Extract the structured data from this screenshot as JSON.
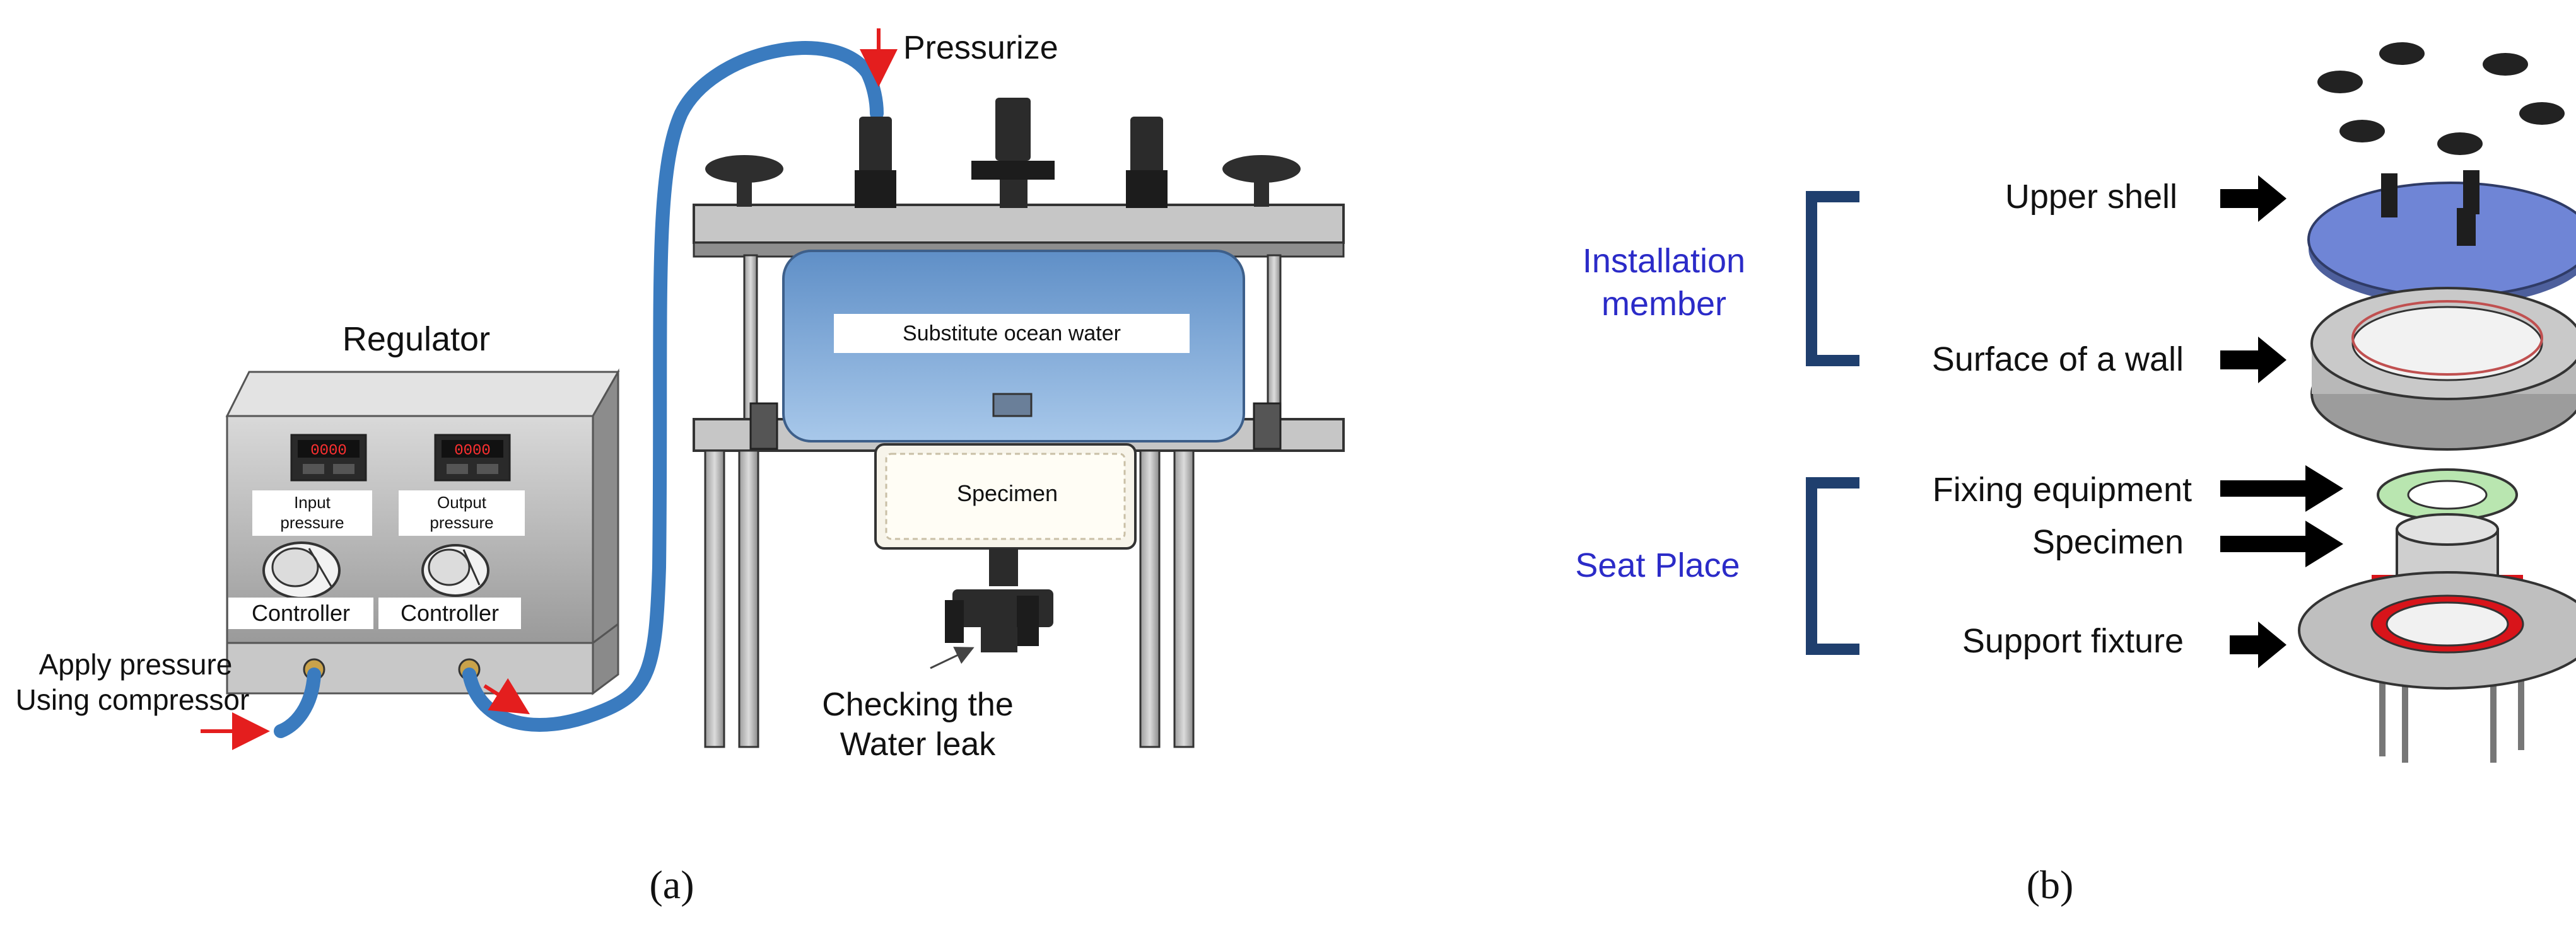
{
  "panel_a": {
    "caption": "(a)",
    "pressurize": "Pressurize",
    "regulator_title": "Regulator",
    "input_label_1": "Input",
    "input_label_2": "pressure",
    "output_label_1": "Output",
    "output_label_2": "pressure",
    "controller_left": "Controller",
    "controller_right": "Controller",
    "apply_line1": "Apply pressure",
    "apply_line2": "Using compressor",
    "water_label": "Substitute ocean water",
    "specimen_label": "Specimen",
    "leak_line1": "Checking the",
    "leak_line2": "Water leak",
    "display_value_1": "0000",
    "display_value_2": "0000"
  },
  "panel_b": {
    "caption": "(b)",
    "group_installation_line1": "Installation",
    "group_installation_line2": "member",
    "group_seat": "Seat Place",
    "upper_shell": "Upper shell",
    "wall": "Surface of a wall",
    "fixing": "Fixing equipment",
    "specimen": "Specimen",
    "support": "Support fixture"
  },
  "colors": {
    "hose": "#3a7bbf",
    "water": "#7fa9d6",
    "arrow_red": "#e41e1e",
    "bracket_blue": "#1f3f6e",
    "group_text_blue": "#2b2bc8",
    "shell_blue": "#6f85d6",
    "specimen_red": "#d8141a",
    "ring_green": "#b9e6b0"
  }
}
